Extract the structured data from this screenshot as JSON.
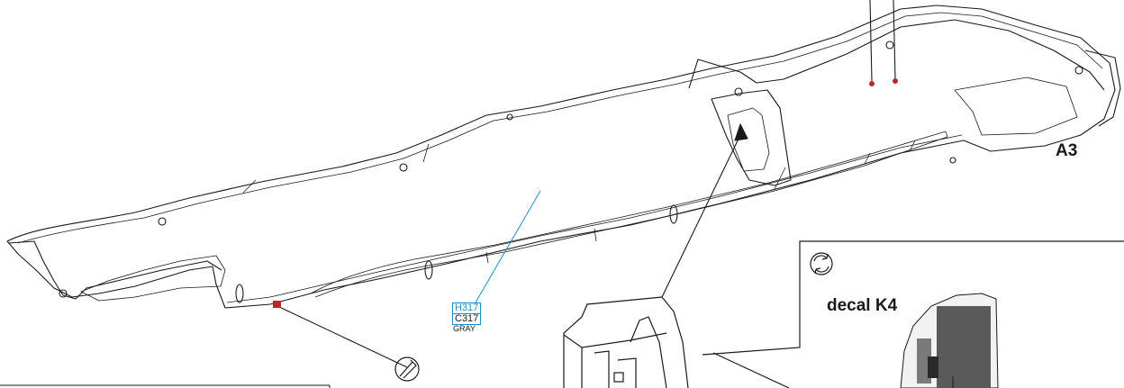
{
  "labels": {
    "part": "A3",
    "decal": "decal K4"
  },
  "paint": {
    "h_code": "H317",
    "c_code": "C317",
    "name": "GRAY"
  },
  "icons": {
    "rotate": "rotate-arrows-icon",
    "cement": "cement-brush-icon"
  },
  "colors": {
    "line": "#1a1a1a",
    "leader_blue": "#1a8fd0",
    "marker_red": "#b8262a"
  }
}
